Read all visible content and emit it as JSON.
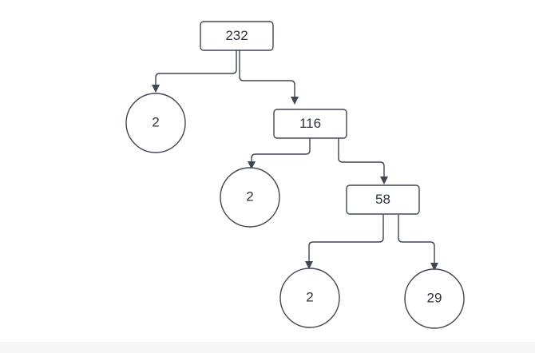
{
  "diagram": {
    "type": "factor-tree",
    "nodes": {
      "root": {
        "label": "232",
        "shape": "rectangle"
      },
      "left1": {
        "label": "2",
        "shape": "circle"
      },
      "right1": {
        "label": "116",
        "shape": "rectangle"
      },
      "left2": {
        "label": "2",
        "shape": "circle"
      },
      "right2": {
        "label": "58",
        "shape": "rectangle"
      },
      "left3": {
        "label": "2",
        "shape": "circle"
      },
      "right3": {
        "label": "29",
        "shape": "circle"
      }
    },
    "edges": [
      {
        "from": "root",
        "to": "left1"
      },
      {
        "from": "root",
        "to": "right1"
      },
      {
        "from": "right1",
        "to": "left2"
      },
      {
        "from": "right1",
        "to": "right2"
      },
      {
        "from": "right2",
        "to": "left3"
      },
      {
        "from": "right2",
        "to": "right3"
      }
    ],
    "colors": {
      "stroke": "#3f4654",
      "text": "#2e3440",
      "background": "#ffffff"
    }
  }
}
